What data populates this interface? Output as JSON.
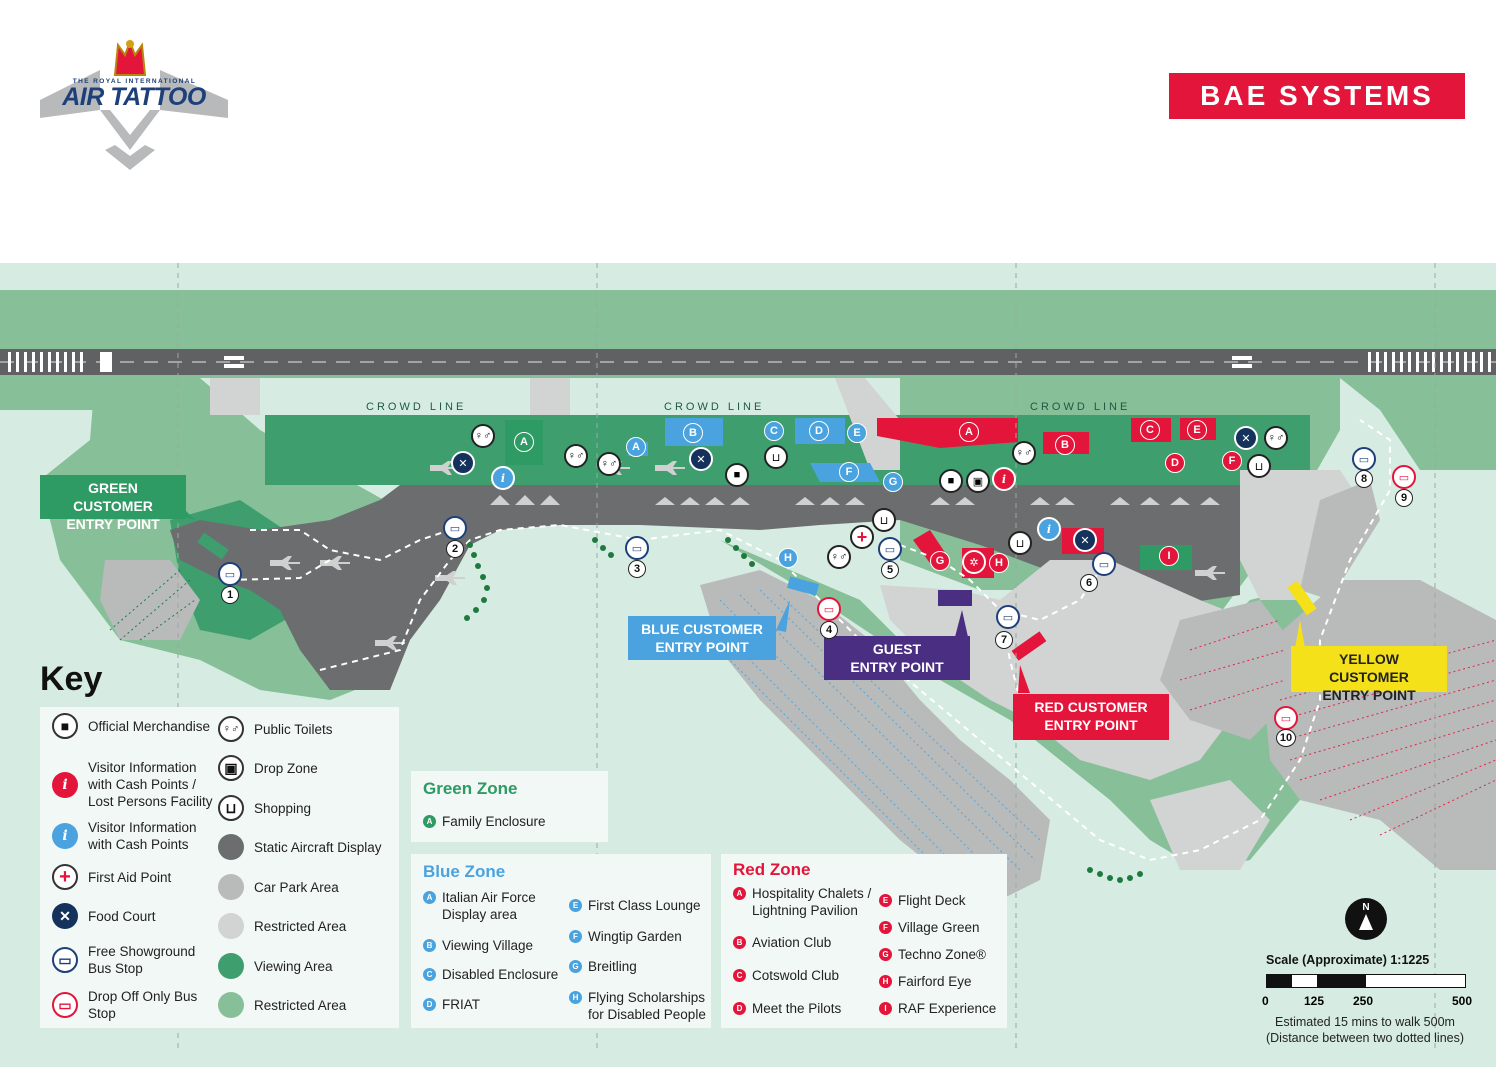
{
  "branding": {
    "event_small": "THE ROYAL INTERNATIONAL",
    "event_name": "AIR TATTOO",
    "sponsor": "BAE SYSTEMS"
  },
  "colors": {
    "green_zone": "#2e9a64",
    "blue_zone": "#4aa3df",
    "red_zone": "#e4153a",
    "guest": "#4a2e82",
    "yellow": "#f5e11a",
    "viewing_area": "#3f9e6e",
    "restricted_green": "#86bf98",
    "static_display": "#6b6d6e",
    "car_park": "#b9baba",
    "restricted_grey": "#d2d3d3",
    "background_green": "#d6ece2",
    "food_navy": "#14325c"
  },
  "map": {
    "crowd_line": "CROWD LINE",
    "entries": {
      "green": [
        "GREEN CUSTOMER",
        "ENTRY POINT"
      ],
      "blue": [
        "BLUE CUSTOMER",
        "ENTRY POINT"
      ],
      "guest": [
        "GUEST",
        "ENTRY POINT"
      ],
      "red": [
        "RED CUSTOMER",
        "ENTRY POINT"
      ],
      "yellow": [
        "YELLOW CUSTOMER",
        "ENTRY POINT"
      ]
    },
    "bus_stops": [
      "1",
      "2",
      "3",
      "4",
      "5",
      "6",
      "7",
      "8",
      "9",
      "10"
    ],
    "zone_letters": {
      "green": [
        "A"
      ],
      "blue": [
        "A",
        "B",
        "C",
        "D",
        "E",
        "F",
        "G",
        "H"
      ],
      "red": [
        "A",
        "B",
        "C",
        "D",
        "E",
        "F",
        "G",
        "H",
        "I"
      ]
    }
  },
  "key": {
    "title": "Key",
    "items_left": [
      {
        "icon": "t-shirt-icon",
        "label": "Official Merchandise"
      },
      {
        "icon": "info-red-icon",
        "label": "Visitor Information with Cash Points / Lost Persons Facility"
      },
      {
        "icon": "info-blue-icon",
        "label": "Visitor Information with Cash Points"
      },
      {
        "icon": "first-aid-icon",
        "label": "First Aid Point"
      },
      {
        "icon": "food-court-icon",
        "label": "Food Court"
      },
      {
        "icon": "bus-icon",
        "label": "Free Showground Bus Stop"
      },
      {
        "icon": "bus-red-icon",
        "label": "Drop Off Only Bus Stop"
      }
    ],
    "items_right": [
      {
        "icon": "toilets-icon",
        "label": "Public Toilets"
      },
      {
        "icon": "luggage-icon",
        "label": "Drop Zone"
      },
      {
        "icon": "basket-icon",
        "label": "Shopping"
      },
      {
        "icon": "static-aircraft-swatch",
        "label": "Static Aircraft Display"
      },
      {
        "icon": "car-park-swatch",
        "label": "Car Park Area"
      },
      {
        "icon": "restricted-grey-swatch",
        "label": "Restricted Area"
      },
      {
        "icon": "viewing-area-swatch",
        "label": "Viewing Area"
      },
      {
        "icon": "restricted-green-swatch",
        "label": "Restricted Area"
      }
    ]
  },
  "green_zone": {
    "title": "Green Zone",
    "items": [
      {
        "letter": "A",
        "label": "Family Enclosure"
      }
    ]
  },
  "blue_zone": {
    "title": "Blue Zone",
    "col1": [
      {
        "letter": "A",
        "label": "Italian Air Force Display area"
      },
      {
        "letter": "B",
        "label": "Viewing Village"
      },
      {
        "letter": "C",
        "label": "Disabled Enclosure"
      },
      {
        "letter": "D",
        "label": "FRIAT"
      }
    ],
    "col2": [
      {
        "letter": "E",
        "label": "First Class Lounge"
      },
      {
        "letter": "F",
        "label": "Wingtip Garden"
      },
      {
        "letter": "G",
        "label": "Breitling"
      },
      {
        "letter": "H",
        "label": "Flying Scholarships for Disabled People"
      }
    ]
  },
  "red_zone": {
    "title": "Red Zone",
    "col1": [
      {
        "letter": "A",
        "label": "Hospitality Chalets / Lightning Pavilion"
      },
      {
        "letter": "B",
        "label": "Aviation Club"
      },
      {
        "letter": "C",
        "label": "Cotswold Club"
      },
      {
        "letter": "D",
        "label": "Meet the Pilots"
      }
    ],
    "col2": [
      {
        "letter": "E",
        "label": "Flight Deck"
      },
      {
        "letter": "F",
        "label": "Village Green"
      },
      {
        "letter": "G",
        "label": "Techno Zone®"
      },
      {
        "letter": "H",
        "label": "Fairford Eye"
      },
      {
        "letter": "I",
        "label": "RAF Experience"
      }
    ]
  },
  "scale": {
    "north": "N",
    "title": "Scale (Approximate) 1:1225",
    "ticks": [
      "0",
      "125",
      "250",
      "500"
    ],
    "note1": "Estimated 15 mins to walk 500m",
    "note2": "(Distance between two dotted lines)"
  }
}
